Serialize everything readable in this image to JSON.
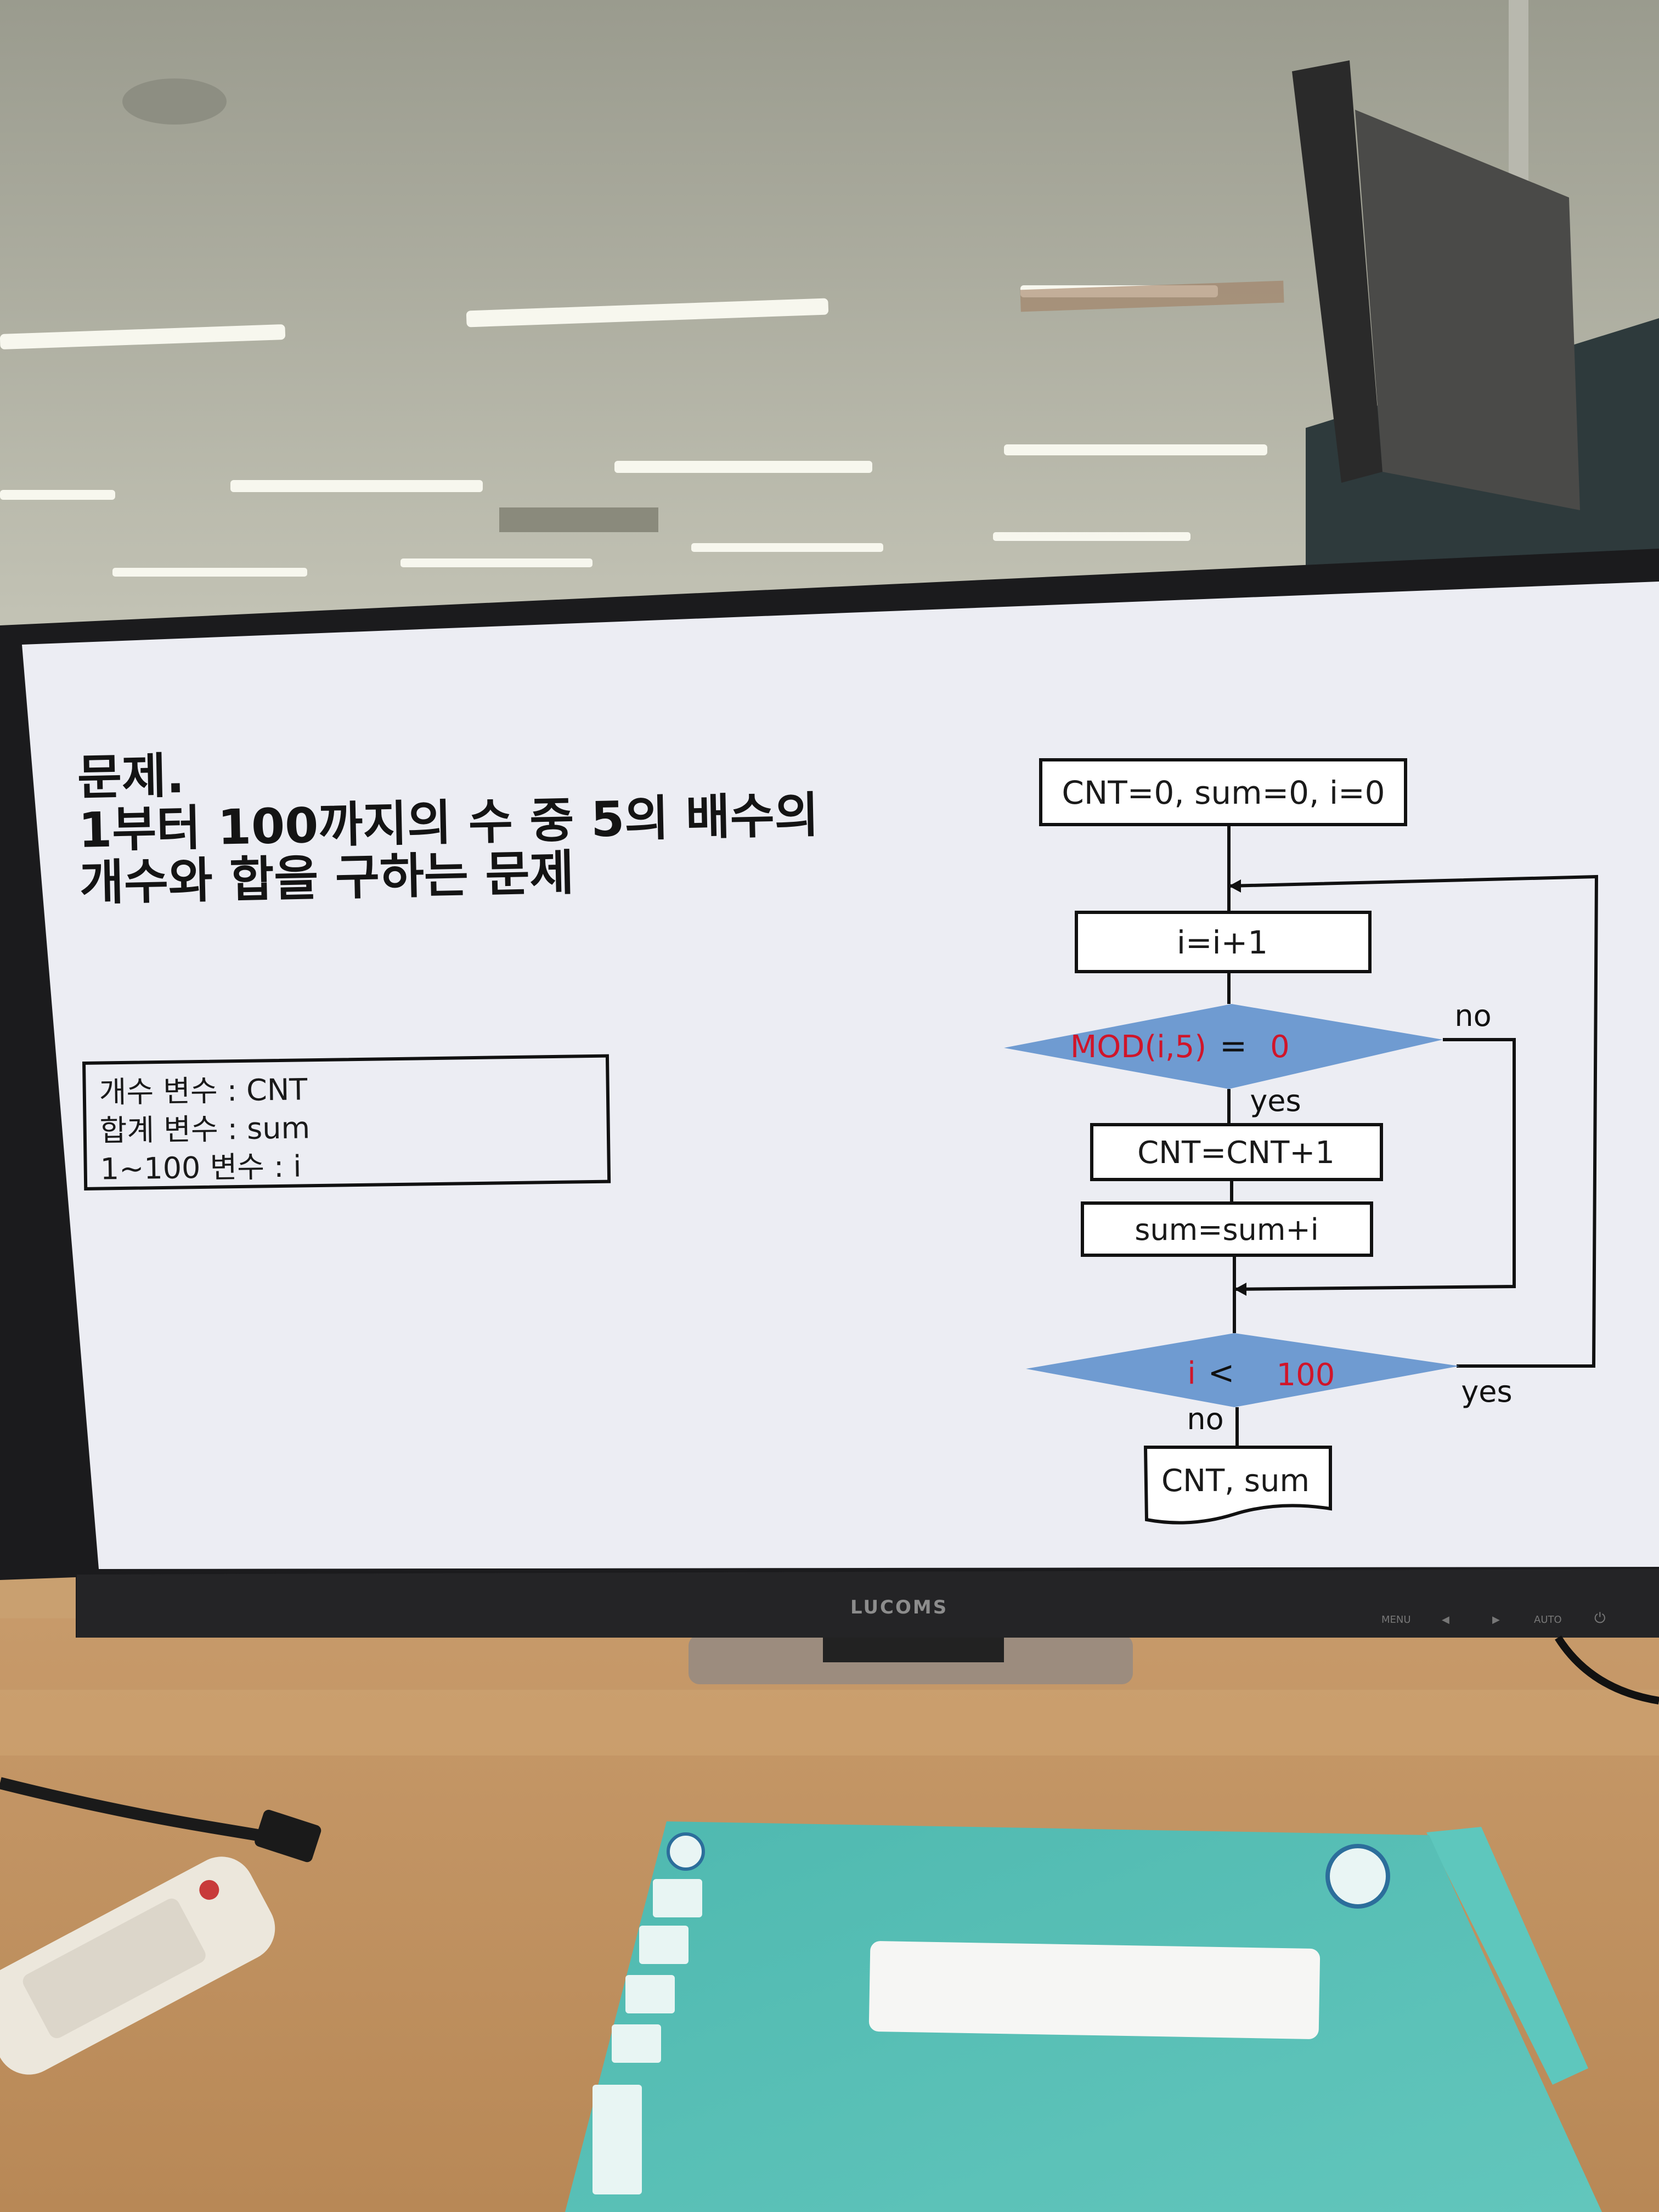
{
  "slide": {
    "title_lines": [
      "문제.",
      "1부터 100까지의 수 중 5의 배수의",
      "개수와 합을 구하는 문제"
    ],
    "variables": [
      "개수 변수 : CNT",
      "합계 변수 : sum",
      "1~100 변수 : i"
    ]
  },
  "flowchart": {
    "init": "CNT=0, sum=0, i=0",
    "increment": "i=i+1",
    "cond1": {
      "lhs": "MOD(i,5)",
      "op": "=",
      "rhs": "0",
      "no_label": "no",
      "yes_label": "yes"
    },
    "count": "CNT=CNT+1",
    "accumulate": "sum=sum+i",
    "cond2": {
      "lhs": "i",
      "op": "<",
      "rhs": "100",
      "yes_label": "yes",
      "no_label": "no"
    },
    "output": "CNT, sum"
  },
  "monitor": {
    "brand": "LUCOMS",
    "controls": [
      "MENU",
      "◀",
      "▶",
      "AUTO",
      "⏻"
    ]
  },
  "colors": {
    "diamond_fill": "#6f9bd1",
    "red_text": "#d0152a",
    "screen": "#ecedf3",
    "folder": "#5cc0b6"
  }
}
